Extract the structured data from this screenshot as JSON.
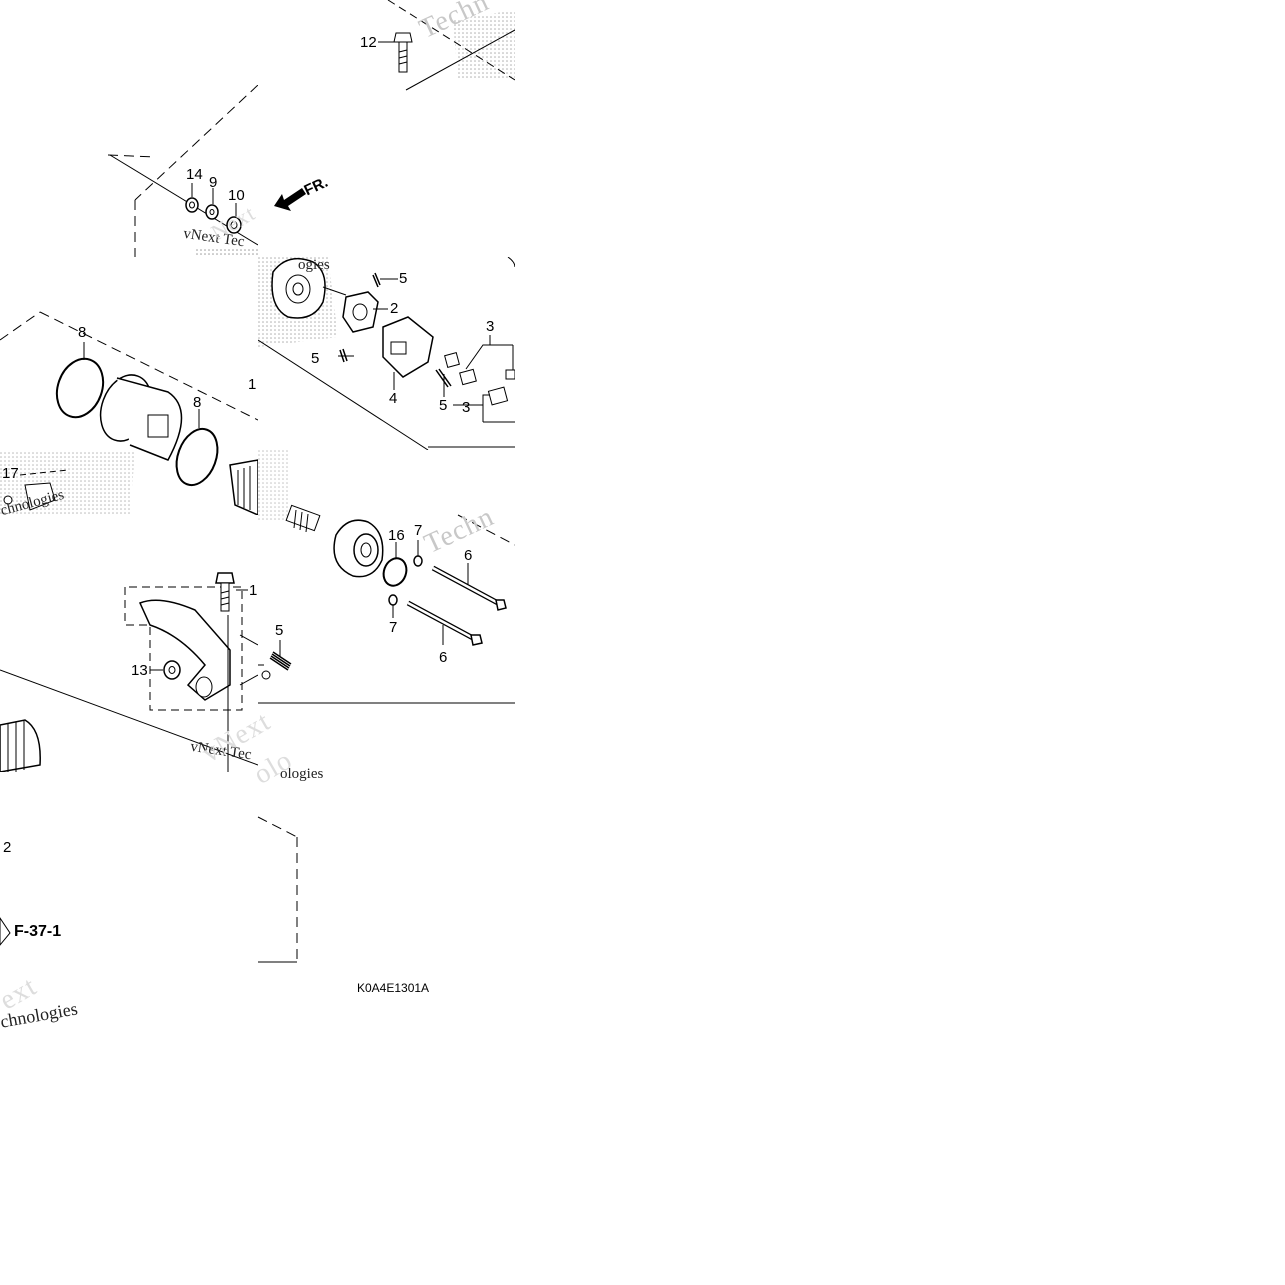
{
  "diagram": {
    "fr_label": "FR.",
    "ref_page": "F-37-1",
    "drawing_code": "K0A4E1301A",
    "watermarks": {
      "w1": "Techn",
      "w2": "vNext Tec",
      "w3": "ogies",
      "w4": "Techn",
      "w5": "chnologies",
      "w6": "vNext Tec",
      "w7": "ologies",
      "w8": "ext",
      "w9": "chnologies",
      "w10": "Next",
      "w11": "vNext",
      "w12": "olo"
    },
    "callouts": {
      "c12": "12",
      "c14": "14",
      "c9": "9",
      "c10": "10",
      "c5a": "5",
      "c2a": "2",
      "c3a": "3",
      "c5b": "5",
      "c4": "4",
      "c5c": "5",
      "c3b": "3",
      "c8a": "8",
      "c1a": "1",
      "c8b": "8",
      "c17": "17",
      "c16": "16",
      "c7a": "7",
      "c6a": "6",
      "c7b": "7",
      "c6b": "6",
      "c1b": "1",
      "c5d": "5",
      "c13": "13",
      "c2b": "2"
    }
  }
}
